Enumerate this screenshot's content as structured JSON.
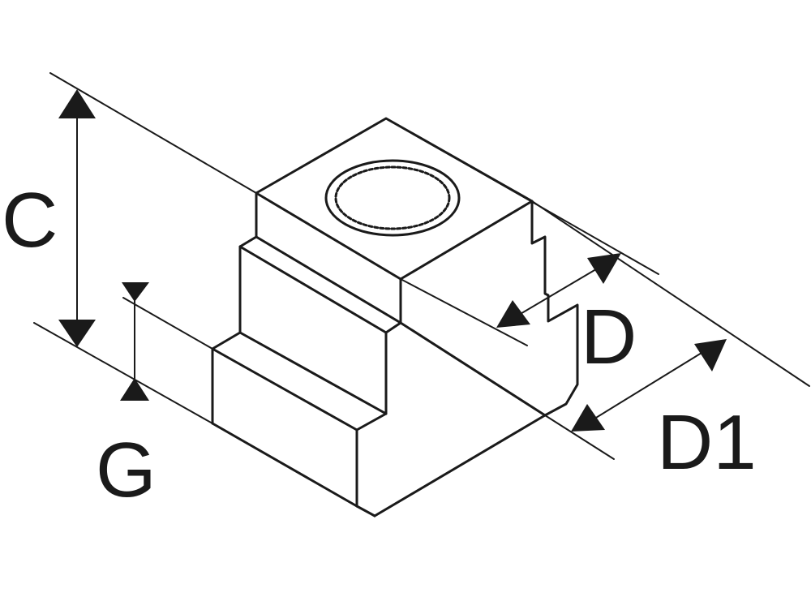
{
  "dimensions": {
    "C": "C",
    "G": "G",
    "D": "D",
    "D1": "D1"
  },
  "colors": {
    "line": "#1a1a1a",
    "background": "#ffffff"
  }
}
